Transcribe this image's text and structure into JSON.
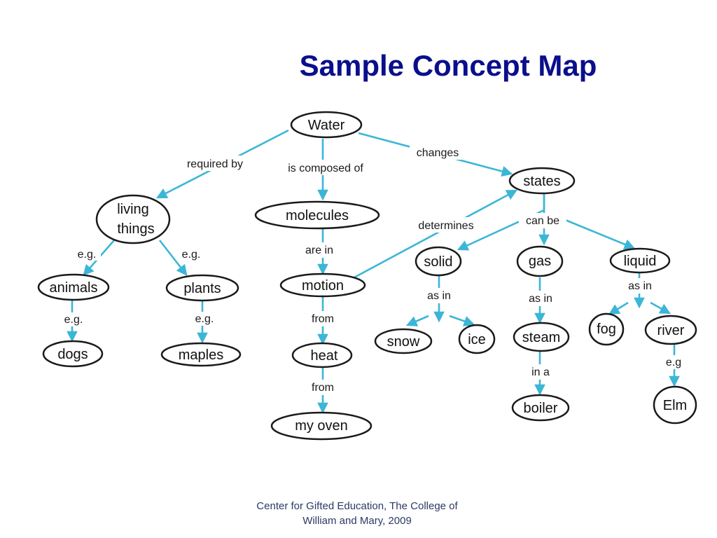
{
  "title": "Sample Concept Map",
  "footer": {
    "line1": "Center for Gifted Education, The College of",
    "line2": "William and Mary, 2009"
  },
  "colors": {
    "title": "#0a0f8c",
    "arrow": "#3cb6d6",
    "node_border": "#1a1a1a"
  },
  "nodes": {
    "water": "Water",
    "states": "states",
    "living_things_1": "living",
    "living_things_2": "things",
    "molecules": "molecules",
    "motion": "motion",
    "heat": "heat",
    "my_oven": "my oven",
    "animals": "animals",
    "plants": "plants",
    "dogs": "dogs",
    "maples": "maples",
    "solid": "solid",
    "gas": "gas",
    "liquid": "liquid",
    "snow": "snow",
    "ice": "ice",
    "steam": "steam",
    "boiler": "boiler",
    "fog": "fog",
    "river": "river",
    "elm": "Elm"
  },
  "links": {
    "required_by": "required by",
    "is_composed_of": "is composed of",
    "changes": "changes",
    "determines": "determines",
    "can_be": "can be",
    "eg_animals": "e.g.",
    "eg_plants": "e.g.",
    "eg_dogs": "e.g.",
    "eg_maples": "e.g.",
    "are_in": "are in",
    "from_heat": "from",
    "from_oven": "from",
    "as_in_solid": "as in",
    "as_in_gas": "as in",
    "as_in_liquid": "as in",
    "in_a": "in a",
    "eg_elm": "e.g"
  }
}
